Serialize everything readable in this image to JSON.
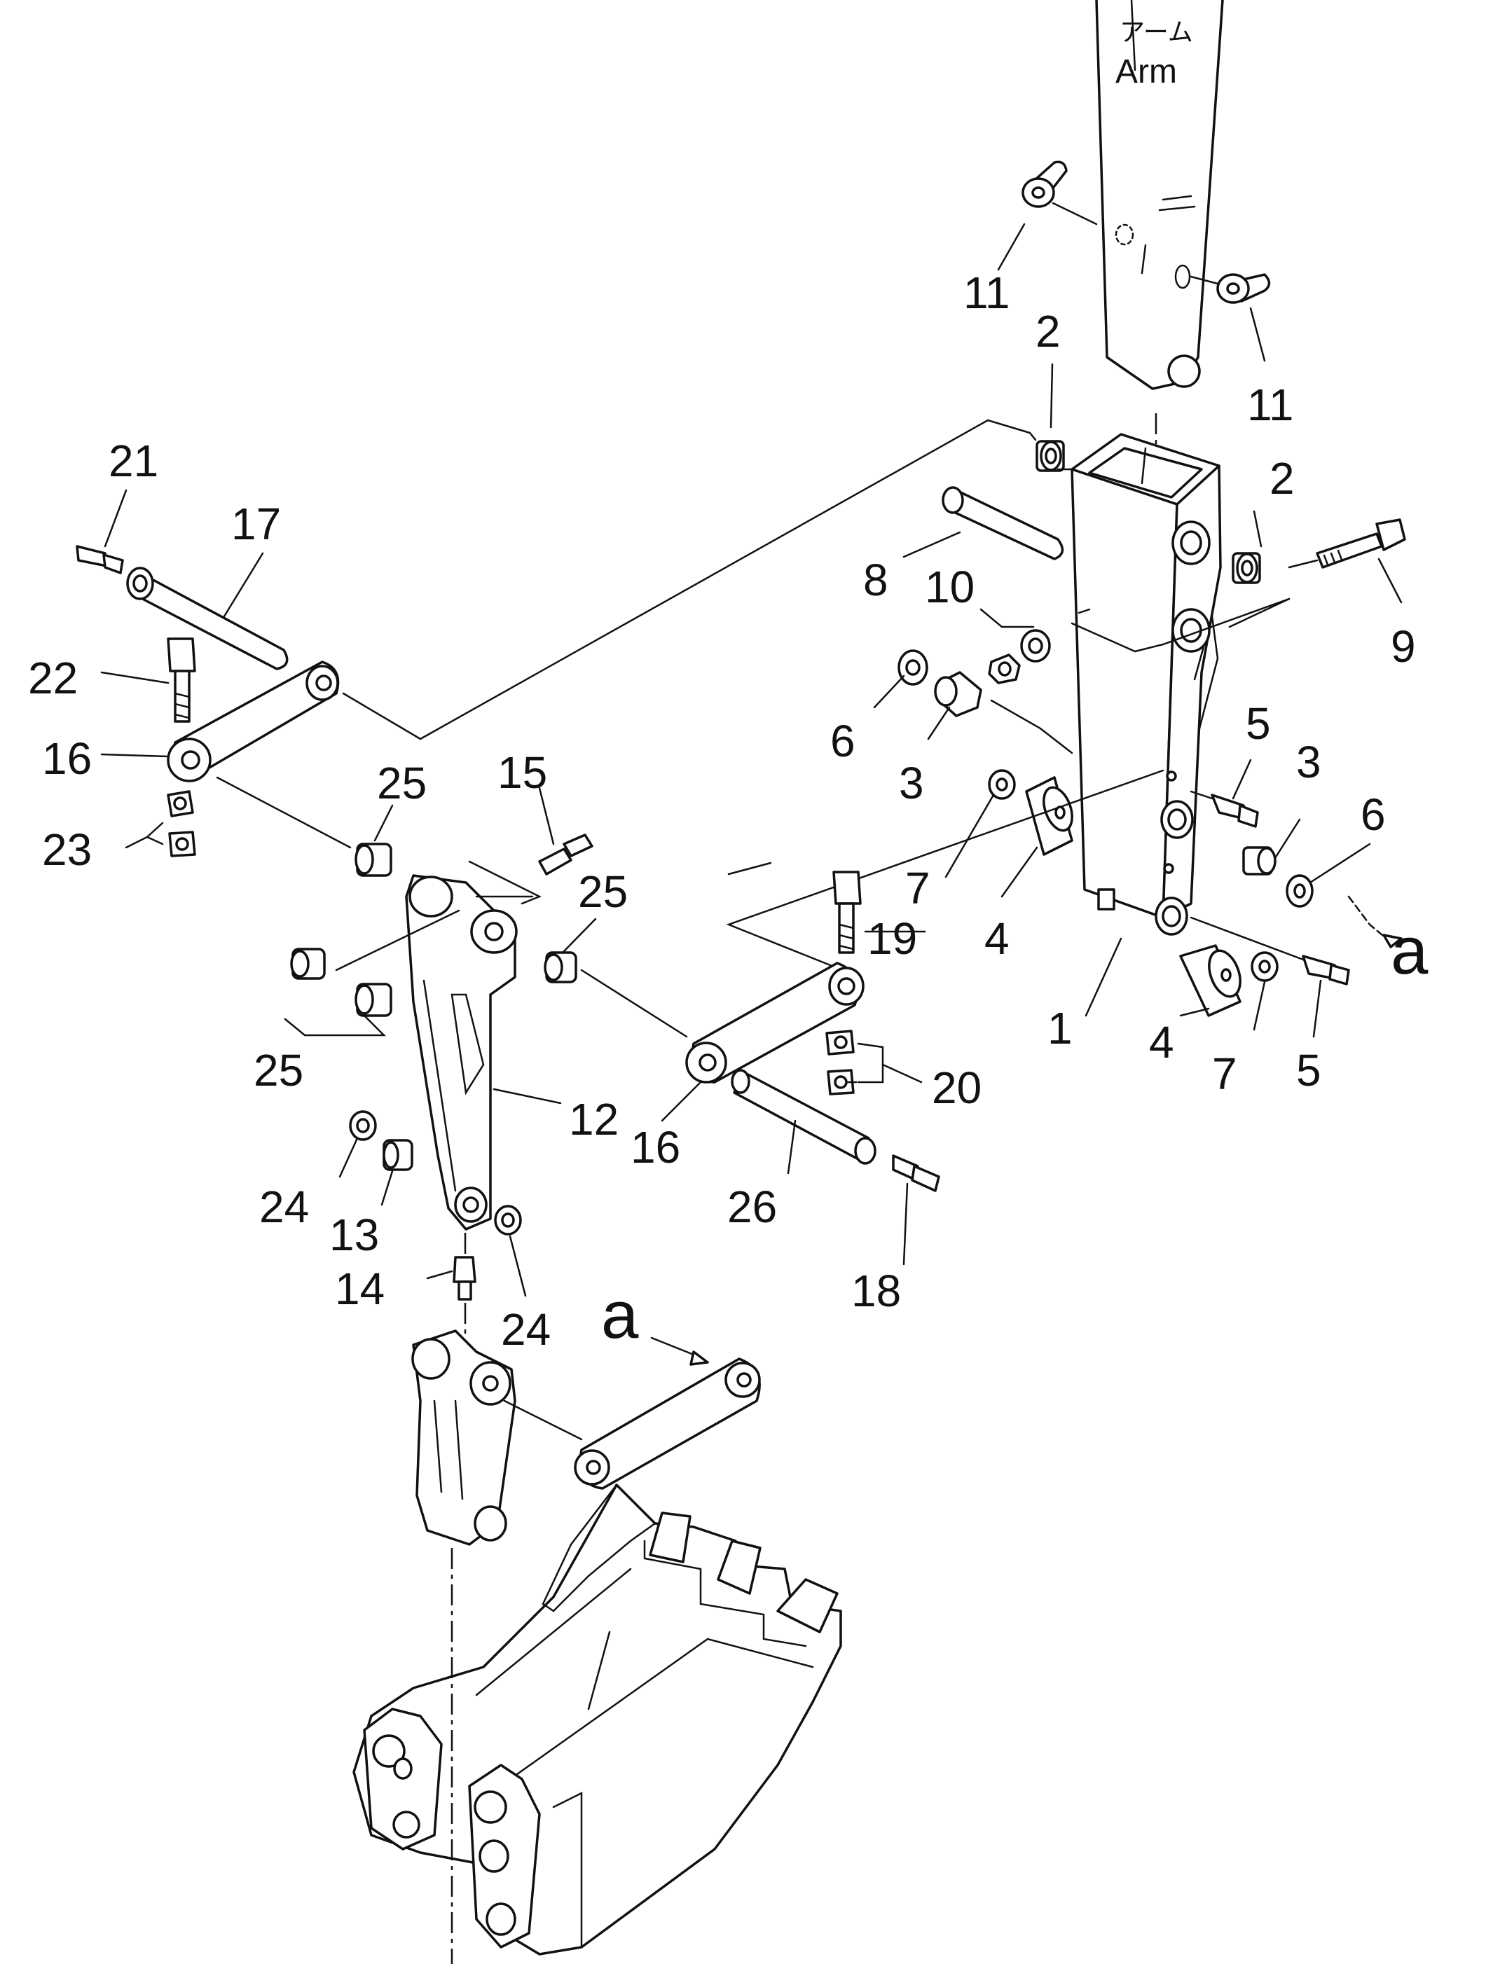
{
  "header": {
    "arm_label_jp": "アーム",
    "arm_label_en": "Arm"
  },
  "callouts": [
    {
      "id": "c11a",
      "text": "11"
    },
    {
      "id": "c11b",
      "text": "11"
    },
    {
      "id": "c2a",
      "text": "2"
    },
    {
      "id": "c2b",
      "text": "2"
    },
    {
      "id": "c21",
      "text": "21"
    },
    {
      "id": "c17",
      "text": "17"
    },
    {
      "id": "c8",
      "text": "8"
    },
    {
      "id": "c10",
      "text": "10"
    },
    {
      "id": "c9",
      "text": "9"
    },
    {
      "id": "c22",
      "text": "22"
    },
    {
      "id": "c16a",
      "text": "16"
    },
    {
      "id": "c6a",
      "text": "6"
    },
    {
      "id": "c3a",
      "text": "3"
    },
    {
      "id": "c5a",
      "text": "5"
    },
    {
      "id": "c3b",
      "text": "3"
    },
    {
      "id": "c6b",
      "text": "6"
    },
    {
      "id": "c25a",
      "text": "25"
    },
    {
      "id": "c15",
      "text": "15"
    },
    {
      "id": "c23",
      "text": "23"
    },
    {
      "id": "c25b",
      "text": "25"
    },
    {
      "id": "c7a",
      "text": "7"
    },
    {
      "id": "c19",
      "text": "19"
    },
    {
      "id": "c4a",
      "text": "4"
    },
    {
      "id": "ca1",
      "text": "a"
    },
    {
      "id": "c25c",
      "text": "25"
    },
    {
      "id": "c1",
      "text": "1"
    },
    {
      "id": "c4b",
      "text": "4"
    },
    {
      "id": "c7b",
      "text": "7"
    },
    {
      "id": "c5b",
      "text": "5"
    },
    {
      "id": "c20",
      "text": "20"
    },
    {
      "id": "c12",
      "text": "12"
    },
    {
      "id": "c16b",
      "text": "16"
    },
    {
      "id": "c24a",
      "text": "24"
    },
    {
      "id": "c13",
      "text": "13"
    },
    {
      "id": "c26",
      "text": "26"
    },
    {
      "id": "c18",
      "text": "18"
    },
    {
      "id": "c14",
      "text": "14"
    },
    {
      "id": "c24b",
      "text": "24"
    },
    {
      "id": "ca2",
      "text": "a"
    }
  ]
}
